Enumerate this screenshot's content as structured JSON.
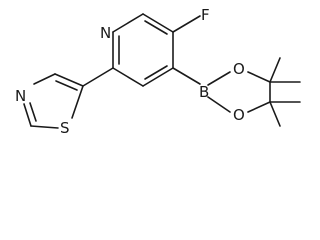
{
  "molecule": {
    "atoms": {
      "fluorine": "F",
      "pyridine_nitrogen": "N",
      "boron": "B",
      "boronate_oxygen_upper": "O",
      "boronate_oxygen_lower": "O",
      "thiazole_nitrogen": "N",
      "thiazole_sulfur": "S"
    }
  }
}
